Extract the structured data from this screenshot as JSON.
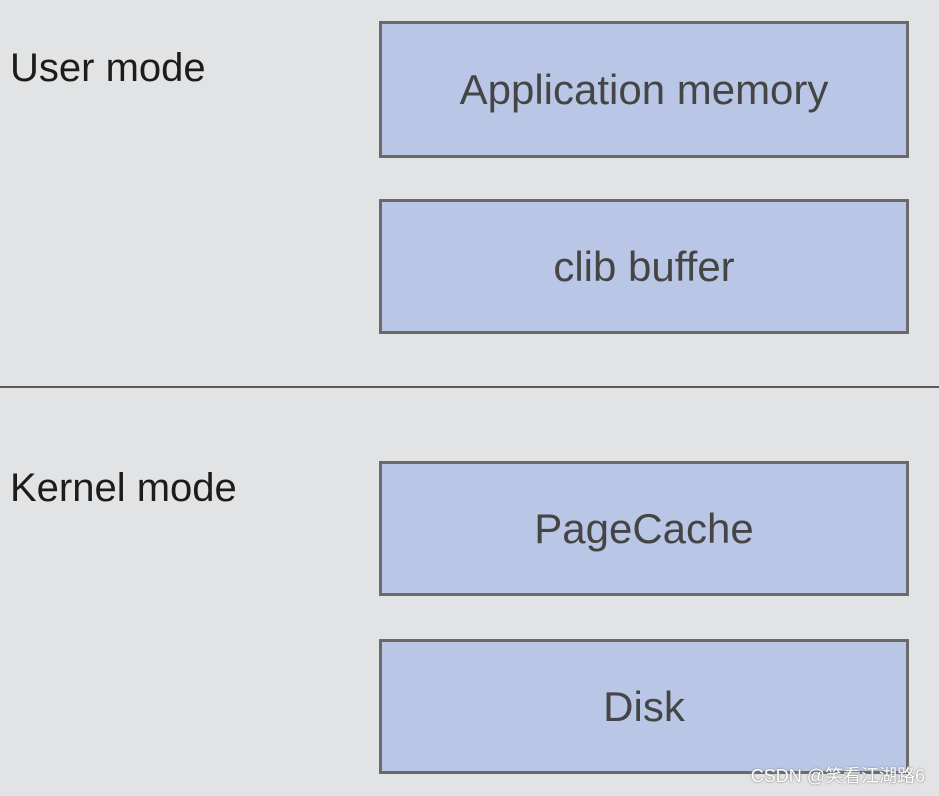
{
  "user_section": {
    "label": "User mode",
    "boxes": [
      "Application memory",
      "clib buffer"
    ]
  },
  "kernel_section": {
    "label": "Kernel mode",
    "boxes": [
      "PageCache",
      "Disk"
    ]
  },
  "watermark": "CSDN @笑看江湖路6",
  "colors": {
    "background": "#e2e3e5",
    "box_fill": "#b9c6e6",
    "box_border": "#6a6a6a",
    "divider": "#5a5a5a"
  }
}
